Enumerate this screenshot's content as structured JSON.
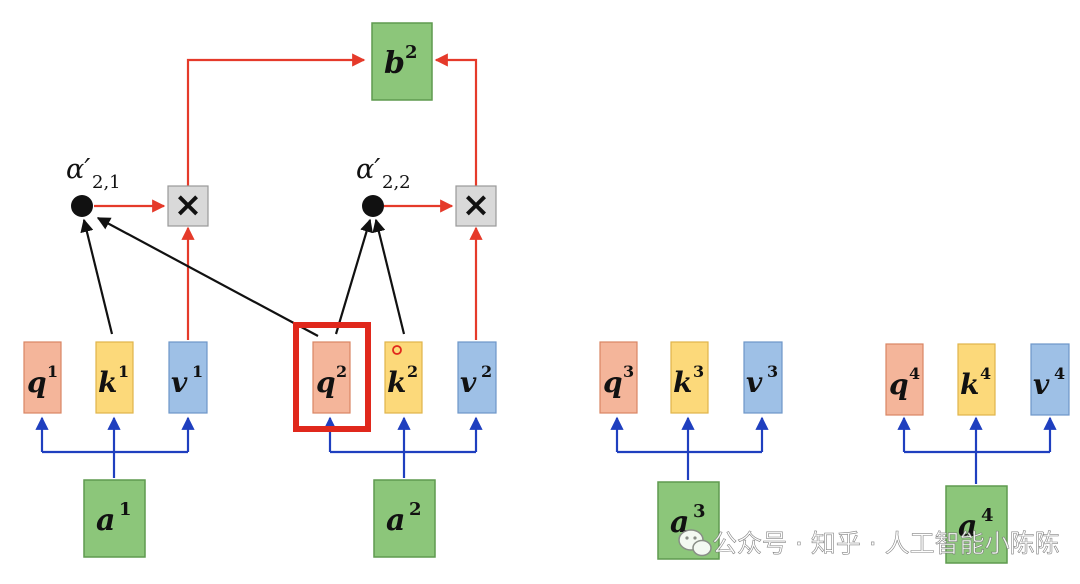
{
  "colors": {
    "q_fill": "#f4b59a",
    "q_stroke": "#d98563",
    "k_fill": "#fcd97a",
    "k_stroke": "#e0b44a",
    "v_fill": "#9ec0e6",
    "v_stroke": "#6d96c8",
    "a_fill": "#8cc67a",
    "a_stroke": "#5f9a4f",
    "mult_fill": "#d9d9d9",
    "mult_stroke": "#999999",
    "red_arrow": "#e53a2a",
    "blue_arrow": "#1f3fbf",
    "black_arrow": "#111111",
    "highlight": "#e0281c"
  },
  "groups": [
    {
      "index": "1",
      "q": {
        "letter": "q",
        "sup": "1"
      },
      "k": {
        "letter": "k",
        "sup": "1"
      },
      "v": {
        "letter": "v",
        "sup": "1"
      },
      "a": {
        "letter": "a",
        "sup": "1"
      }
    },
    {
      "index": "2",
      "q": {
        "letter": "q",
        "sup": "2"
      },
      "k": {
        "letter": "k",
        "sup": "2"
      },
      "v": {
        "letter": "v",
        "sup": "2"
      },
      "a": {
        "letter": "a",
        "sup": "2"
      }
    },
    {
      "index": "3",
      "q": {
        "letter": "q",
        "sup": "3"
      },
      "k": {
        "letter": "k",
        "sup": "3"
      },
      "v": {
        "letter": "v",
        "sup": "3"
      },
      "a": {
        "letter": "a",
        "sup": "3"
      }
    },
    {
      "index": "4",
      "q": {
        "letter": "q",
        "sup": "4"
      },
      "k": {
        "letter": "k",
        "sup": "4"
      },
      "v": {
        "letter": "v",
        "sup": "4"
      },
      "a": {
        "letter": "a",
        "sup": "4"
      }
    }
  ],
  "output": {
    "letter": "b",
    "sup": "2"
  },
  "alphas": [
    {
      "symbol": "α′",
      "sub": "2,1"
    },
    {
      "symbol": "α′",
      "sub": "2,2"
    }
  ],
  "multiply_symbol": "×",
  "watermark": "公众号 · 知乎 · 人工智能小陈陈"
}
